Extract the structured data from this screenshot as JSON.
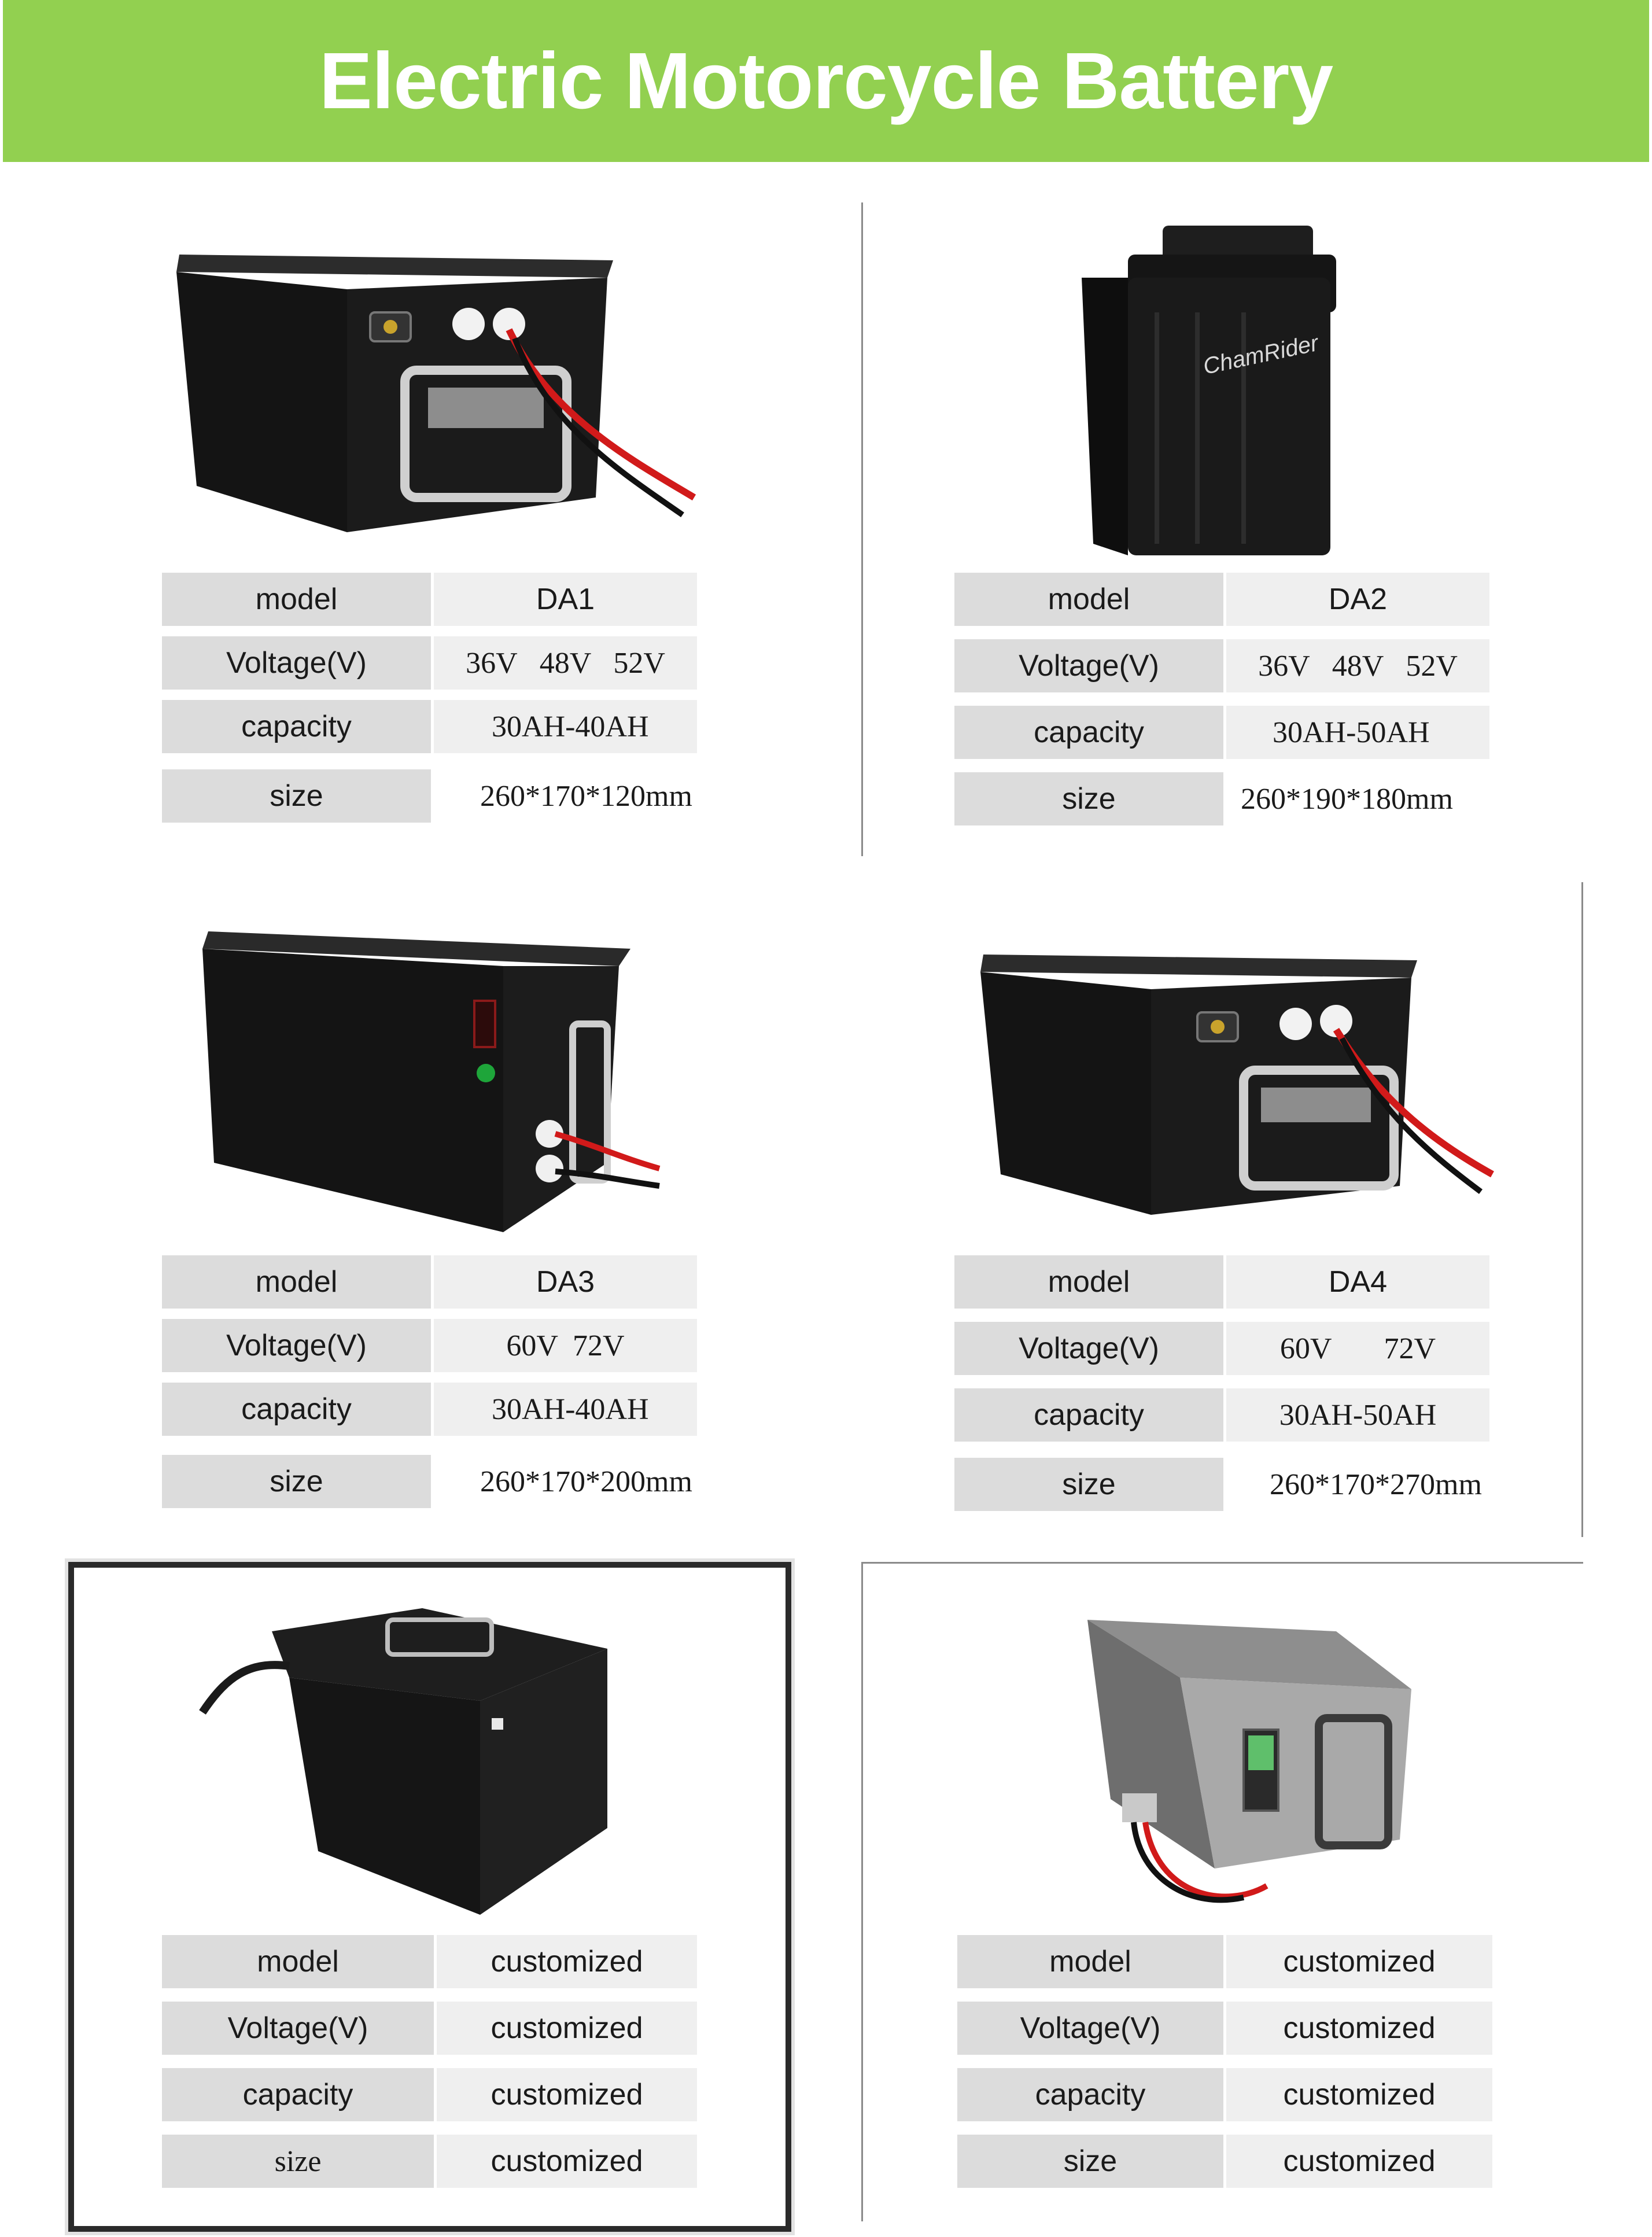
{
  "header": {
    "title": "Electric Motorcycle Battery",
    "background_color": "#92d050"
  },
  "products": [
    {
      "image_icon": "black-battery-box-with-handle-icon",
      "specs": [
        {
          "label": "model",
          "value": "DA1"
        },
        {
          "label": "Voltage(V)",
          "value": "36V   48V   52V"
        },
        {
          "label": "capacity",
          "value": "30AH-40AH"
        },
        {
          "label": "size",
          "value": "260*170*120mm"
        }
      ]
    },
    {
      "image_icon": "tall-black-battery-pack-icon",
      "brand_label": "ChamRider",
      "specs": [
        {
          "label": "model",
          "value": "DA2"
        },
        {
          "label": "Voltage(V)",
          "value": "36V   48V   52V"
        },
        {
          "label": "capacity",
          "value": "30AH-50AH"
        },
        {
          "label": "size",
          "value": "260*190*180mm"
        }
      ]
    },
    {
      "image_icon": "black-battery-box-with-display-icon",
      "specs": [
        {
          "label": "model",
          "value": "DA3"
        },
        {
          "label": "Voltage(V)",
          "value": "60V  72V"
        },
        {
          "label": "capacity",
          "value": "30AH-40AH"
        },
        {
          "label": "size",
          "value": "260*170*200mm"
        }
      ]
    },
    {
      "image_icon": "black-battery-box-with-handle-icon",
      "specs": [
        {
          "label": "model",
          "value": "DA4"
        },
        {
          "label": "Voltage(V)",
          "value": "60V       72V"
        },
        {
          "label": "capacity",
          "value": "30AH-50AH"
        },
        {
          "label": "size",
          "value": "260*170*270mm"
        }
      ]
    },
    {
      "image_icon": "black-battery-case-with-cable-icon",
      "specs": [
        {
          "label": "model",
          "value": "customized"
        },
        {
          "label": "Voltage(V)",
          "value": "customized"
        },
        {
          "label": "capacity",
          "value": "customized"
        },
        {
          "label": "size",
          "value": "customized"
        }
      ]
    },
    {
      "image_icon": "steel-battery-case-with-display-icon",
      "specs": [
        {
          "label": "model",
          "value": "customized"
        },
        {
          "label": "Voltage(V)",
          "value": "customized"
        },
        {
          "label": "capacity",
          "value": "customized"
        },
        {
          "label": "size",
          "value": "customized"
        }
      ]
    }
  ]
}
